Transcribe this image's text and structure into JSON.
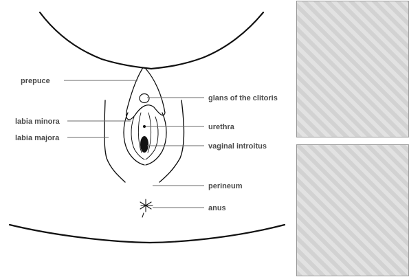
{
  "labels": {
    "prepuce": "prepuce",
    "labia_minora": "labia minora",
    "labia_majora": "labia majora",
    "glans": "glans of the clitoris",
    "urethra": "urethra",
    "vaginal_introitus": "vaginal introitus",
    "perineum": "perineum",
    "anus": "anus"
  },
  "photo_placeholders": {
    "top": "",
    "bottom": ""
  },
  "colors": {
    "hood_fill": "#777777",
    "glans_fill": "#444444",
    "introitus_fill": "#111111",
    "label_text": "#4a4a4a"
  }
}
